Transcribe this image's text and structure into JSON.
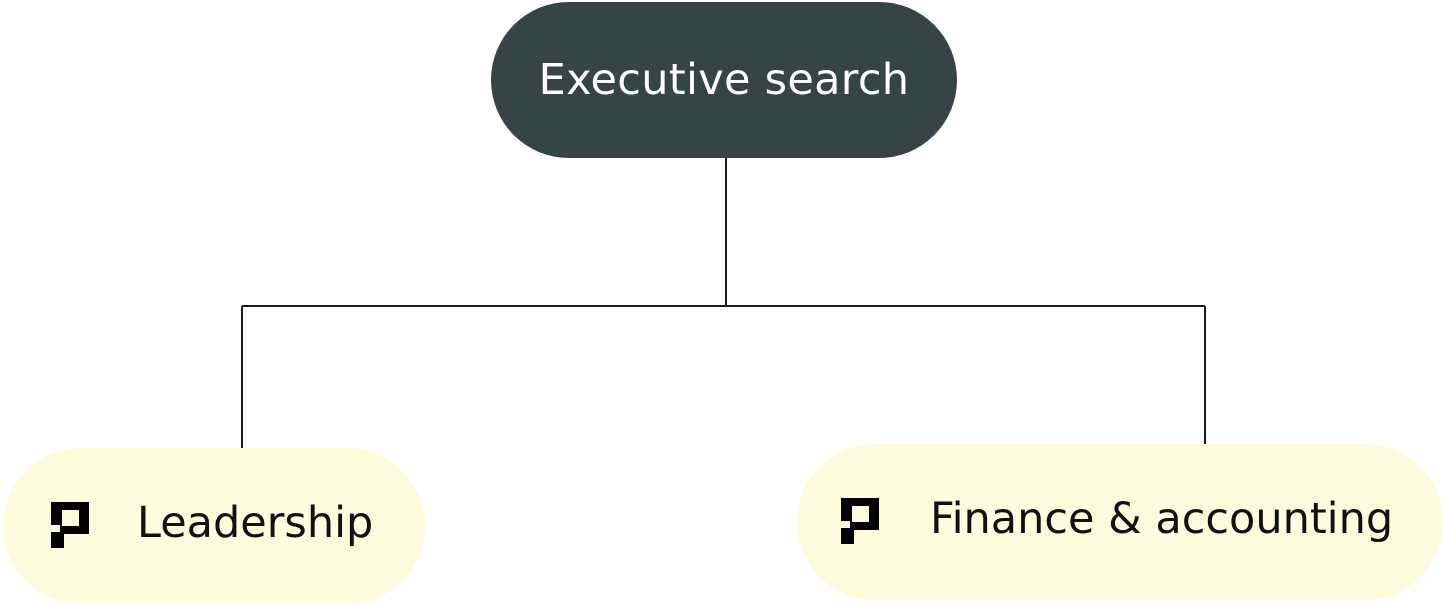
{
  "diagram": {
    "root": {
      "label": "Executive search",
      "fill_color": "#354446",
      "text_color": "#ffffff"
    },
    "children": [
      {
        "label": "Leadership",
        "icon": "flag-icon",
        "fill_color": "#fefcdc"
      },
      {
        "label": "Finance & accounting",
        "icon": "flag-icon",
        "fill_color": "#fefcdc"
      }
    ],
    "connector_color": "#1a1a1a"
  }
}
